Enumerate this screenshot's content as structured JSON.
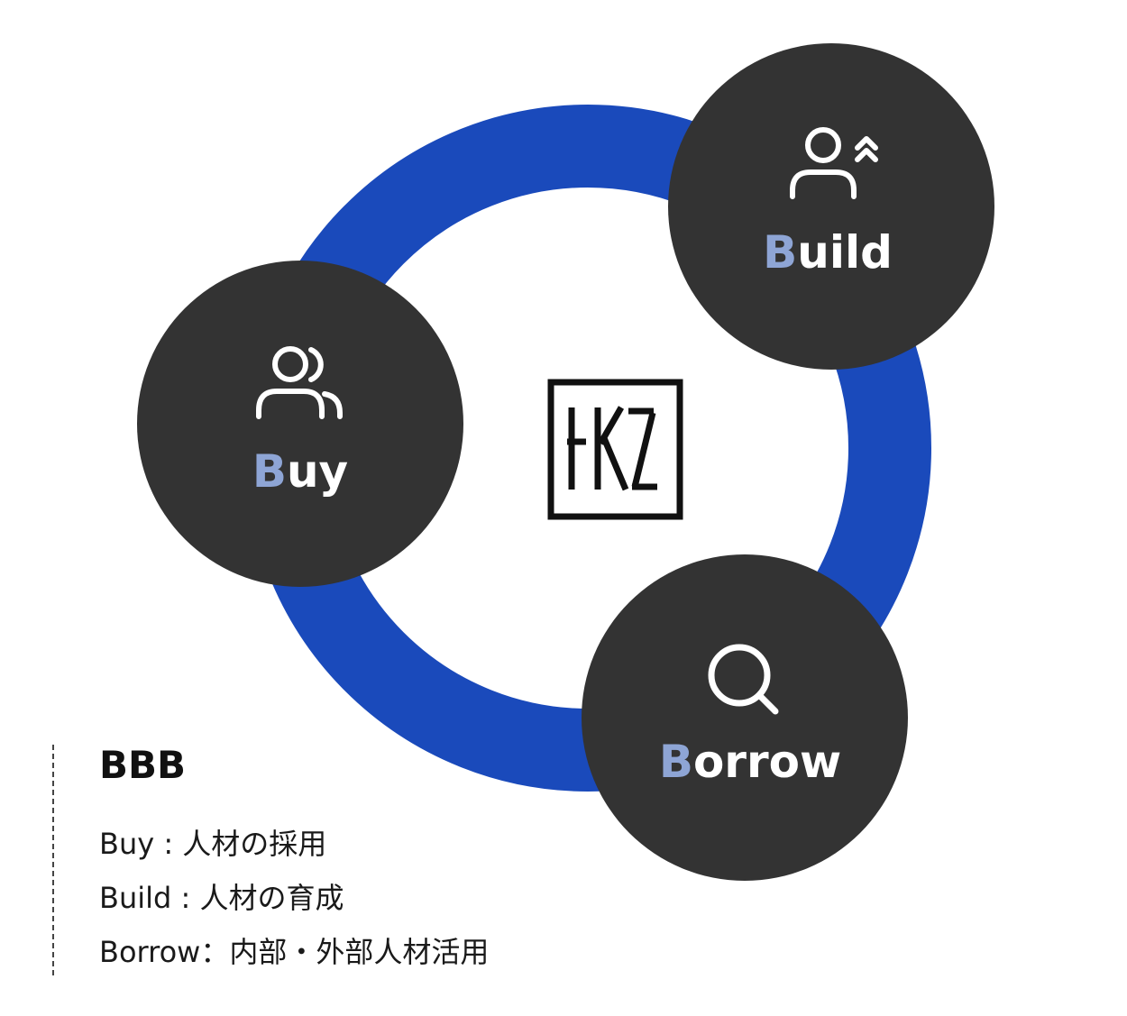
{
  "diagram": {
    "ring_color": "#1a4abb",
    "node_color": "#333333",
    "initial_color": "#8ea5d5",
    "logo_text": "HKZ",
    "nodes": [
      {
        "key": "buy",
        "initial": "B",
        "rest": "uy",
        "icon": "users-icon"
      },
      {
        "key": "build",
        "initial": "B",
        "rest": "uild",
        "icon": "user-level-up-icon"
      },
      {
        "key": "borrow",
        "initial": "B",
        "rest": "orrow",
        "icon": "search-icon"
      }
    ]
  },
  "legend": {
    "title": "BBB",
    "items": [
      "Buy : 人材の採用",
      "Build : 人材の育成",
      "Borrow：内部・外部人材活用"
    ]
  }
}
